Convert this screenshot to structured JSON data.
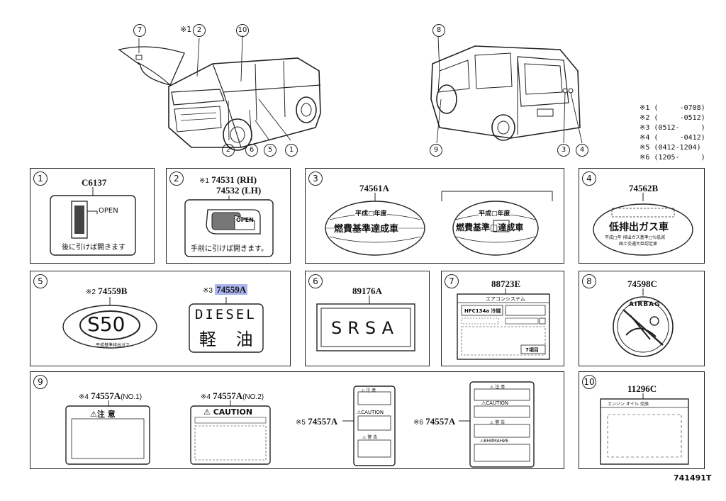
{
  "callouts": {
    "c7": "7",
    "c1a": "※1",
    "c2a": "2",
    "c10": "10",
    "c2b": "2",
    "c6": "6",
    "c5": "5",
    "c1b": "1",
    "c8": "8",
    "c9": "9",
    "c3": "3",
    "c4": "4"
  },
  "legend": [
    "※1 (     -0708)",
    "※2 (     -0512)",
    "※3 (0512-     )",
    "※4 (     -0412)",
    "※5 (0412-1204)",
    "※6 (1205-     )"
  ],
  "panels": {
    "p1": {
      "num": "1",
      "part": "C6137",
      "open": "OPEN",
      "caption": "後に引けば開きます"
    },
    "p2": {
      "num": "2",
      "part1_mark": "※1",
      "part1": "74531",
      "part1_side": "(RH)",
      "part2": "74532",
      "part2_side": "(LH)",
      "open": "OPEN",
      "caption": "手前に引けば開きます。"
    },
    "p3": {
      "num": "3",
      "part": "74561A",
      "year_label": "平成□年度",
      "main_text": "燃費基準達成車",
      "year_label2": "平成□年度",
      "main_text2": "燃費基準□達成車"
    },
    "p4": {
      "num": "4",
      "part": "74562B",
      "main_text": "低排出ガス車",
      "sub1": "平成□年 排出ガス基準□%低減",
      "sub2": "国土交通大臣認定車"
    },
    "p5": {
      "num": "5",
      "partA_mark": "※2",
      "partA": "74559B",
      "badgeA": "S50",
      "badgeA_sub": "平成基準排出ガス",
      "partB_mark": "※3",
      "partB": "74559A",
      "diesel": "DIESEL",
      "diesel_jp": "軽 油"
    },
    "p6": {
      "num": "6",
      "part": "89176A",
      "text": "SRSA"
    },
    "p7": {
      "num": "7",
      "part": "88723E",
      "title": "エアコンシステム",
      "refrig": "HFC134a 冷媒",
      "box": "7項目"
    },
    "p8": {
      "num": "8",
      "part": "74598C",
      "text": "AIRBAG"
    },
    "p9": {
      "num": "9",
      "l1_mark": "※4",
      "l1_part": "74557A",
      "l1_note": "(NO.1)",
      "l1_text": "⚠注 意",
      "l2_mark": "※4",
      "l2_part": "74557A",
      "l2_note": "(NO.2)",
      "l2_text": "⚠ CAUTION",
      "l3_mark": "※5",
      "l3_part": "74557A",
      "l3_t1": "⚠ 注 意",
      "l3_t2": "⚠CAUTION",
      "l3_t3": "⚠ 警 告",
      "l4_mark": "※6",
      "l4_part": "74557A",
      "l4_t1": "⚠ 注 意",
      "l4_t2": "⚠CAUTION",
      "l4_t3": "⚠ 警 告",
      "l4_t4": "⚠ВНИМАНИЕ"
    },
    "p10": {
      "num": "10",
      "part": "11296C",
      "header": "エンジン オイル 交換"
    }
  },
  "diagram_code": "741491T"
}
